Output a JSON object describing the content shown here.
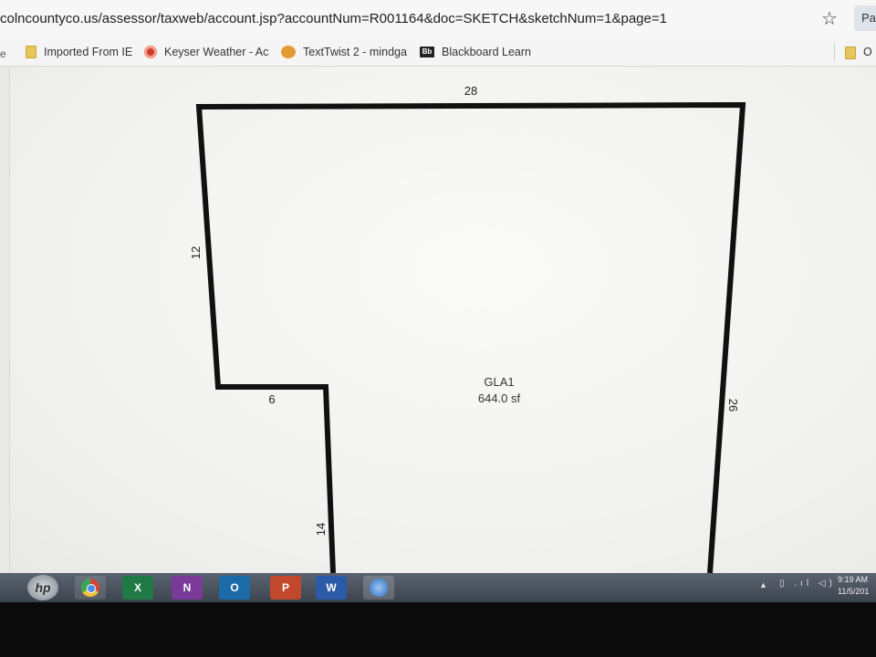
{
  "browser": {
    "url": "colncountyco.us/assessor/taxweb/account.jsp?accountNum=R001164&doc=SKETCH&sketchNum=1&page=1",
    "star_icon": "star-icon",
    "profile_label": "Pa"
  },
  "bookmarks": {
    "edge_text": "e",
    "items": [
      {
        "label": "Imported From IE",
        "icon": "folder-icon"
      },
      {
        "label": "Keyser Weather - Ac",
        "icon": "weather-icon"
      },
      {
        "label": "TextTwist 2 - mindga",
        "icon": "game-icon"
      },
      {
        "label": "Blackboard Learn",
        "icon": "blackboard-icon",
        "badge": "Bb"
      }
    ],
    "other_label": "O"
  },
  "sketch": {
    "line_color": "#111111",
    "dimensions": {
      "top": "28",
      "left_upper": "12",
      "notch": "6",
      "left_lower": "14",
      "right": "26"
    },
    "area_name": "GLA1",
    "area_size": "644.0 sf"
  },
  "taskbar": {
    "start_label": "hp",
    "apps": [
      {
        "name": "chrome",
        "icon": "chrome-icon"
      },
      {
        "name": "excel",
        "icon": "excel-icon",
        "letter": "X"
      },
      {
        "name": "onenote",
        "icon": "onenote-icon",
        "letter": "N"
      },
      {
        "name": "outlook",
        "icon": "outlook-icon",
        "letter": "O"
      },
      {
        "name": "powerpoint",
        "icon": "powerpoint-icon",
        "letter": "P"
      },
      {
        "name": "word",
        "icon": "word-icon",
        "letter": "W"
      },
      {
        "name": "internet-explorer",
        "icon": "ie-icon"
      }
    ],
    "tray_up": "▲",
    "tray_icons": "▯ .ıl ◁)",
    "time": "9:19 AM",
    "date": "11/5/201"
  },
  "colors": {
    "taskbar": "#4a525c",
    "page_background": "#f2f2f0",
    "bezel": "#0b0b0b"
  }
}
